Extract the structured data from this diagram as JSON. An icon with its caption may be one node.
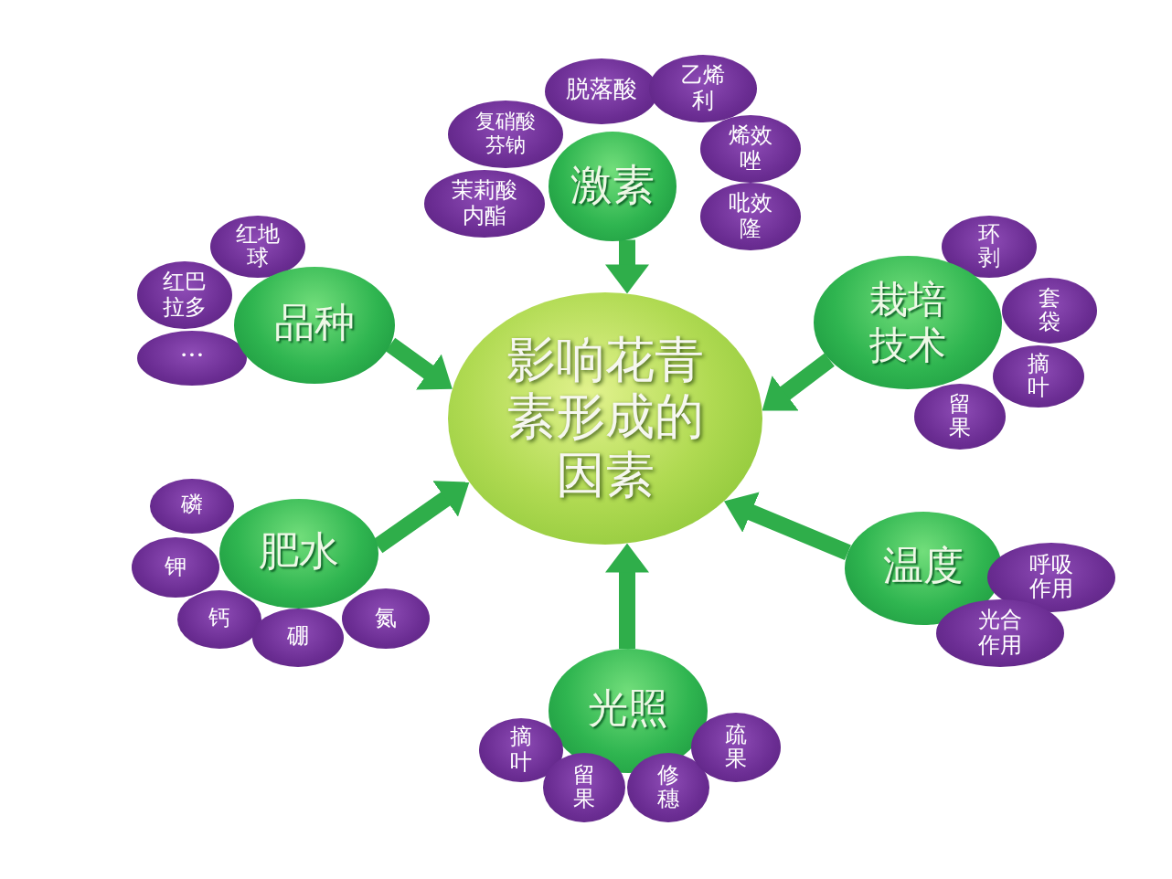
{
  "diagram": {
    "nodes": [
      {
        "text": [
          "影响花青素形成的因素"
        ]
      },
      {
        "text": [
          "激素"
        ]
      },
      {
        "text": [
          "脱落酸"
        ]
      },
      {
        "text": [
          "乙烯利"
        ]
      },
      {
        "text": [
          "复硝酸芬钠"
        ]
      },
      {
        "text": [
          "烯效唑"
        ]
      },
      {
        "text": [
          "茉莉酸内酯"
        ]
      },
      {
        "text": [
          "吡效隆"
        ]
      },
      {
        "text": [
          "品种"
        ]
      },
      {
        "text": [
          "红地球"
        ]
      },
      {
        "text": [
          "红巴拉多"
        ]
      },
      {
        "text": [
          "···"
        ]
      },
      {
        "text": [
          "栽培技术"
        ]
      },
      {
        "text": [
          "环剥"
        ]
      },
      {
        "text": [
          "套袋"
        ]
      },
      {
        "text": [
          "摘叶"
        ]
      },
      {
        "text": [
          "留果"
        ]
      },
      {
        "text": [
          "肥水"
        ]
      },
      {
        "text": [
          "磷"
        ]
      },
      {
        "text": [
          "钾"
        ]
      },
      {
        "text": [
          "钙"
        ]
      },
      {
        "text": [
          "硼"
        ]
      },
      {
        "text": [
          "氮"
        ]
      },
      {
        "text": [
          "温度"
        ]
      },
      {
        "text": [
          "呼吸作用"
        ]
      },
      {
        "text": [
          "光合作用"
        ]
      },
      {
        "text": [
          "光照"
        ]
      },
      {
        "text": [
          "摘叶"
        ]
      },
      {
        "text": [
          "留果"
        ]
      },
      {
        "text": [
          "修穗"
        ]
      },
      {
        "text": [
          "疏果"
        ]
      }
    ],
    "edges": [
      {
        "from": 1,
        "to": 0,
        "arrow": "to"
      },
      {
        "from": 8,
        "to": 0,
        "arrow": "to"
      },
      {
        "from": 12,
        "to": 0,
        "arrow": "to"
      },
      {
        "from": 17,
        "to": 0,
        "arrow": "to"
      },
      {
        "from": 23,
        "to": 0,
        "arrow": "to"
      },
      {
        "from": 26,
        "to": 0,
        "arrow": "to"
      }
    ]
  }
}
